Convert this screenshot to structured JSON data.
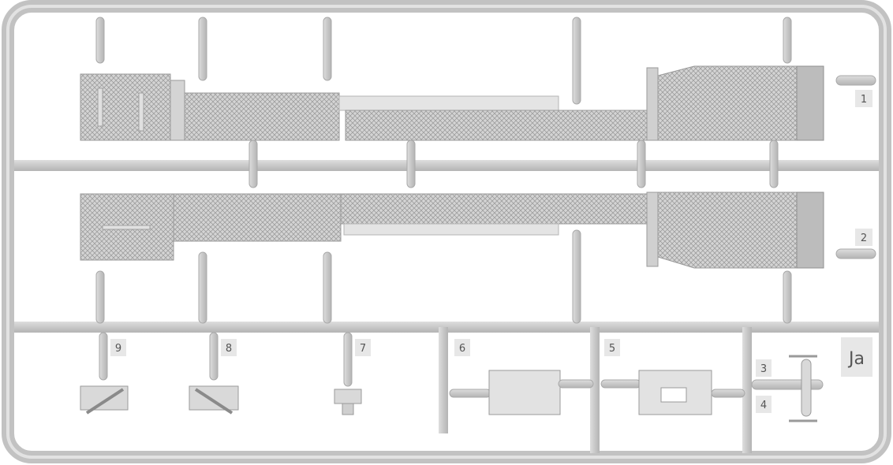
{
  "sprue": {
    "color": "#cfcfcf",
    "shade": "#a9a9a9",
    "part_color": "#d9d9d9",
    "tag_color": "#e7e7e7",
    "code": "Ja"
  },
  "part_numbers": [
    "1",
    "2",
    "3",
    "4",
    "5",
    "6",
    "7",
    "8",
    "9"
  ]
}
